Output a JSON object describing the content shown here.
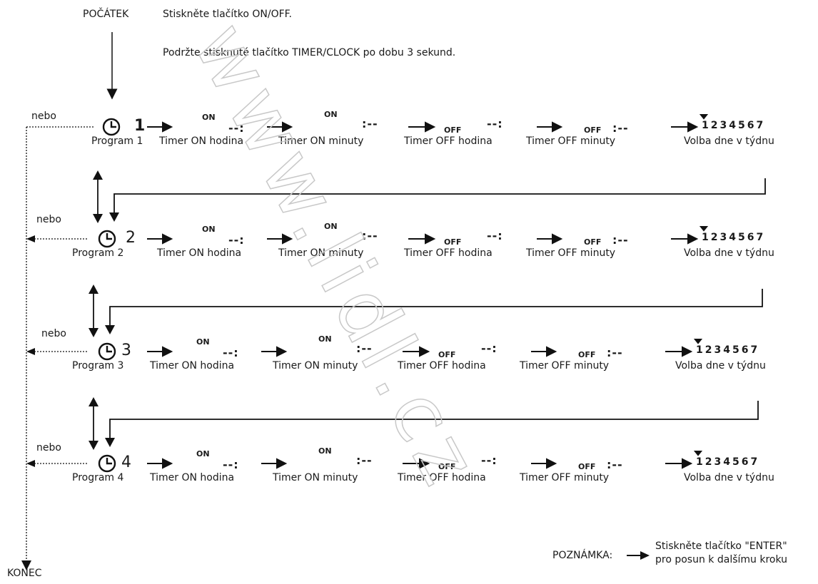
{
  "header": {
    "start_label": "POČÁTEK",
    "step1": "Stiskněte tlačítko ON/OFF.",
    "step2": "Podržte stisknuté tlačítko TIMER/CLOCK po dobu 3 sekund."
  },
  "or_label": "nebo",
  "end_label": "KONEC",
  "programs": [
    {
      "number": "1",
      "label": "Program 1"
    },
    {
      "number": "2",
      "label": "Program 2"
    },
    {
      "number": "3",
      "label": "Program 3"
    },
    {
      "number": "4",
      "label": "Program 4"
    }
  ],
  "steps": {
    "on_hour": "Timer ON hodina",
    "on_minute": "Timer ON minuty",
    "off_hour": "Timer OFF hodina",
    "off_minute": "Timer OFF minuty",
    "day": "Volba dne v týdnu"
  },
  "display": {
    "on": "ON",
    "off": "OFF",
    "hour_blank": "--:",
    "minute_blank": ":--",
    "days": "1234567"
  },
  "note": {
    "label": "POZNÁMKA:",
    "line1": "Stiskněte tlačítko \"ENTER\"",
    "line2": "pro posun k dalšímu kroku"
  },
  "watermark": "www.lidl.cz"
}
